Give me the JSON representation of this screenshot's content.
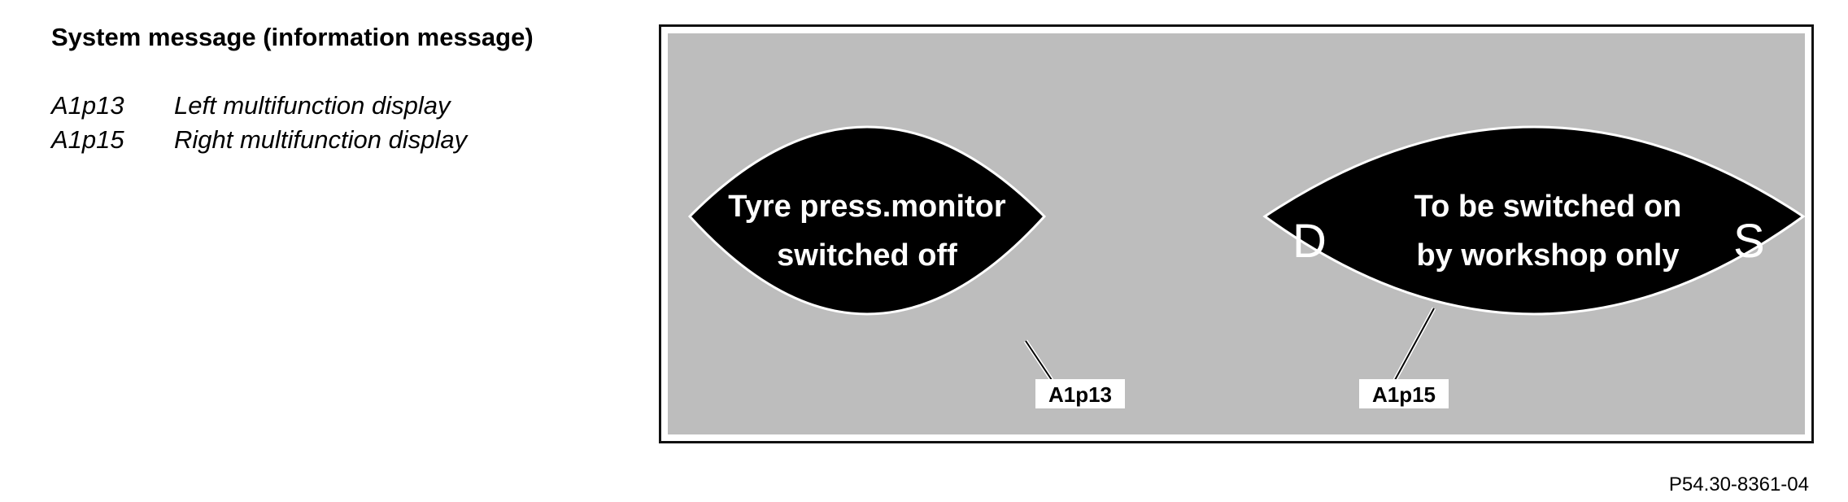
{
  "title": "System message (information message)",
  "legend": [
    {
      "code": "A1p13",
      "description": "Left multifunction display"
    },
    {
      "code": "A1p15",
      "description": "Right multifunction display"
    }
  ],
  "figure": {
    "left_display": {
      "line1": "Tyre press.monitor",
      "line2": "switched off",
      "callout": "A1p13"
    },
    "right_display": {
      "left_symbol": "D",
      "line1": "To be switched on",
      "line2": "by workshop only",
      "right_symbol": "S",
      "callout": "A1p15"
    }
  },
  "figure_code": "P54.30-8361-04",
  "colors": {
    "panel": "#bdbdbd",
    "display": "#000000",
    "display_text": "#ffffff"
  }
}
